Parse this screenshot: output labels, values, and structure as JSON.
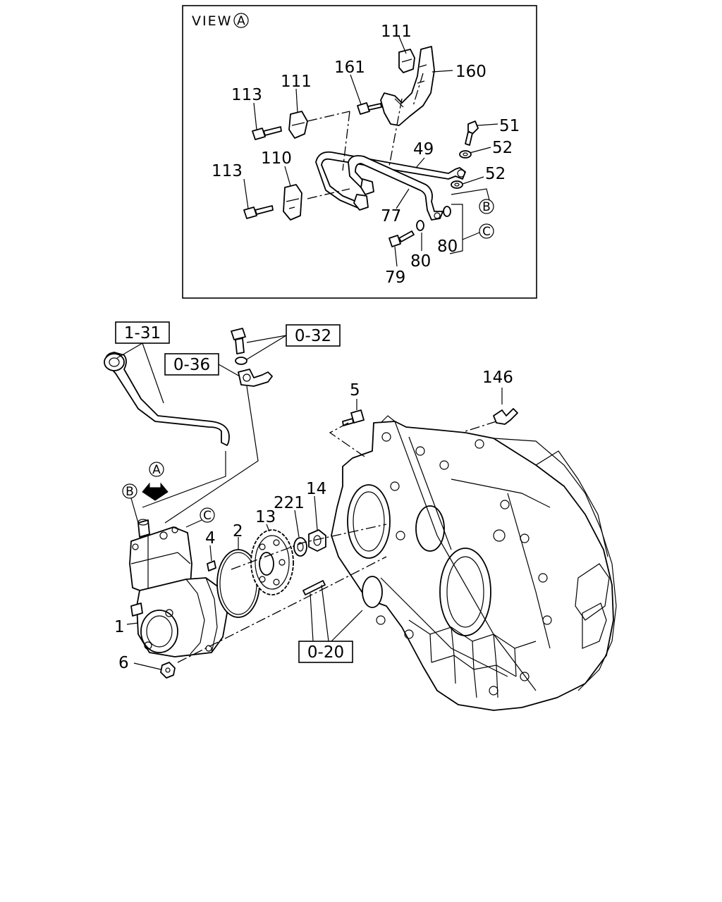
{
  "view": {
    "label": "VIEW",
    "marker": "A"
  },
  "refs": {
    "r1_31": "1-31",
    "r0_32": "0-32",
    "r0_36": "0-36",
    "r0_20": "0-20"
  },
  "parts": {
    "p111a": "111",
    "p111b": "111",
    "p113a": "113",
    "p113b": "113",
    "p110": "110",
    "p161": "161",
    "p160": "160",
    "p51": "51",
    "p52a": "52",
    "p52b": "52",
    "p49": "49",
    "p77": "77",
    "p80a": "80",
    "p80b": "80",
    "p79": "79",
    "p5": "5",
    "p146": "146",
    "p2": "2",
    "p4": "4",
    "p13": "13",
    "p221": "221",
    "p14": "14",
    "p1": "1",
    "p6": "6"
  },
  "markers": {
    "A": "A",
    "B": "B",
    "C": "C"
  }
}
